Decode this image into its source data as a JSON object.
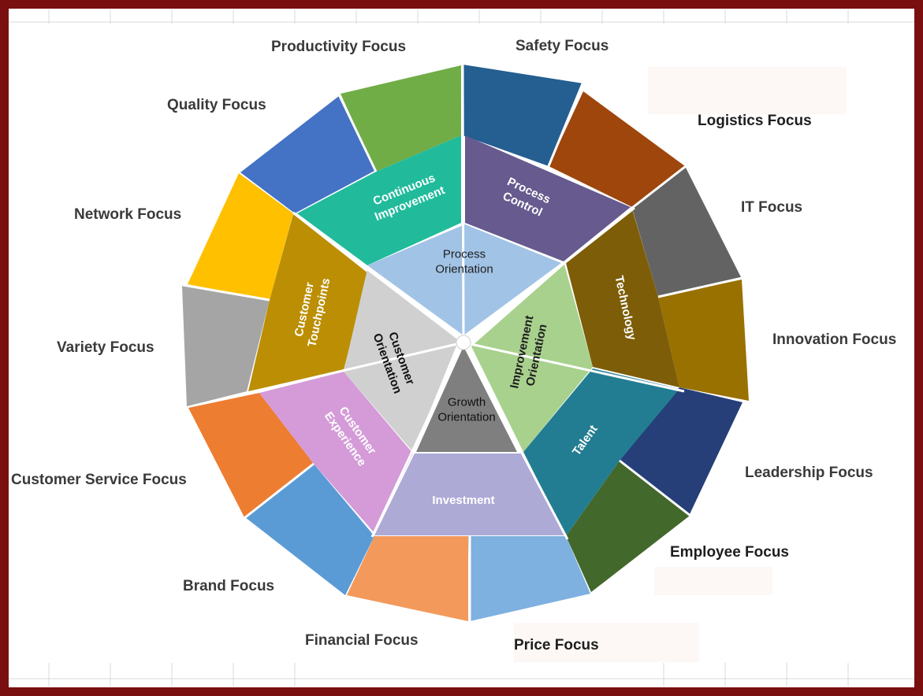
{
  "colors": {
    "frame": "#7a0f0f",
    "hub": "#ffffff"
  },
  "core": [
    {
      "key": "process",
      "lines": [
        "Process",
        "Orientation"
      ],
      "color": "#a1c3e6",
      "text_color": "#1e1e1e"
    },
    {
      "key": "improvement",
      "lines": [
        "Improvement",
        "Orientation"
      ],
      "color": "#a8d18d",
      "text_color": "#1e1e1e"
    },
    {
      "key": "growth",
      "lines": [
        "Growth",
        "Orientation"
      ],
      "color": "#7f7f7f",
      "text_color": "#111111"
    },
    {
      "key": "customer",
      "lines": [
        "Customer",
        "Orientation"
      ],
      "color": "#d0d0d0",
      "text_color": "#111111"
    }
  ],
  "middle": [
    {
      "key": "process-control",
      "lines": [
        "Process",
        "Control"
      ],
      "color": "#665a8e",
      "text_color": "#ffffff"
    },
    {
      "key": "technology",
      "lines": [
        "Technology"
      ],
      "color": "#7d5d08",
      "text_color": "#ffffff"
    },
    {
      "key": "talent",
      "lines": [
        "Talent"
      ],
      "color": "#237d92",
      "text_color": "#ffffff"
    },
    {
      "key": "investment",
      "lines": [
        "Investment"
      ],
      "color": "#aeaad6",
      "text_color": "#ffffff"
    },
    {
      "key": "customer-experience",
      "lines": [
        "Customer",
        "Experience"
      ],
      "color": "#d49bd8",
      "text_color": "#ffffff"
    },
    {
      "key": "customer-touchpoints",
      "lines": [
        "Customer",
        "Touchpoints"
      ],
      "color": "#bb8e04",
      "text_color": "#ffffff"
    },
    {
      "key": "continuous-improvement",
      "lines": [
        "Continuous",
        "Improvement"
      ],
      "color": "#21bb9c",
      "text_color": "#ffffff"
    }
  ],
  "outer": [
    {
      "key": "safety",
      "label": "Safety Focus",
      "color": "#255e91"
    },
    {
      "key": "logistics",
      "label": "Logistics Focus",
      "color": "#9e460c"
    },
    {
      "key": "it",
      "label": "IT Focus",
      "color": "#636363"
    },
    {
      "key": "innovation",
      "label": "Innovation Focus",
      "color": "#997100"
    },
    {
      "key": "leadership",
      "label": "Leadership Focus",
      "color": "#263f78"
    },
    {
      "key": "employee",
      "label": "Employee Focus",
      "color": "#43682b"
    },
    {
      "key": "price",
      "label": "Price Focus",
      "color": "#7eb0e0"
    },
    {
      "key": "financial",
      "label": "Financial Focus",
      "color": "#f2995b"
    },
    {
      "key": "brand",
      "label": "Brand Focus",
      "color": "#5b9bd5"
    },
    {
      "key": "customer-service",
      "label": "Customer Service Focus",
      "color": "#ed7d31"
    },
    {
      "key": "variety",
      "label": "Variety Focus",
      "color": "#a5a5a5"
    },
    {
      "key": "network",
      "label": "Network Focus",
      "color": "#ffc000"
    },
    {
      "key": "quality",
      "label": "Quality Focus",
      "color": "#4472c4"
    },
    {
      "key": "productivity",
      "label": "Productivity Focus",
      "color": "#70ad47"
    }
  ]
}
